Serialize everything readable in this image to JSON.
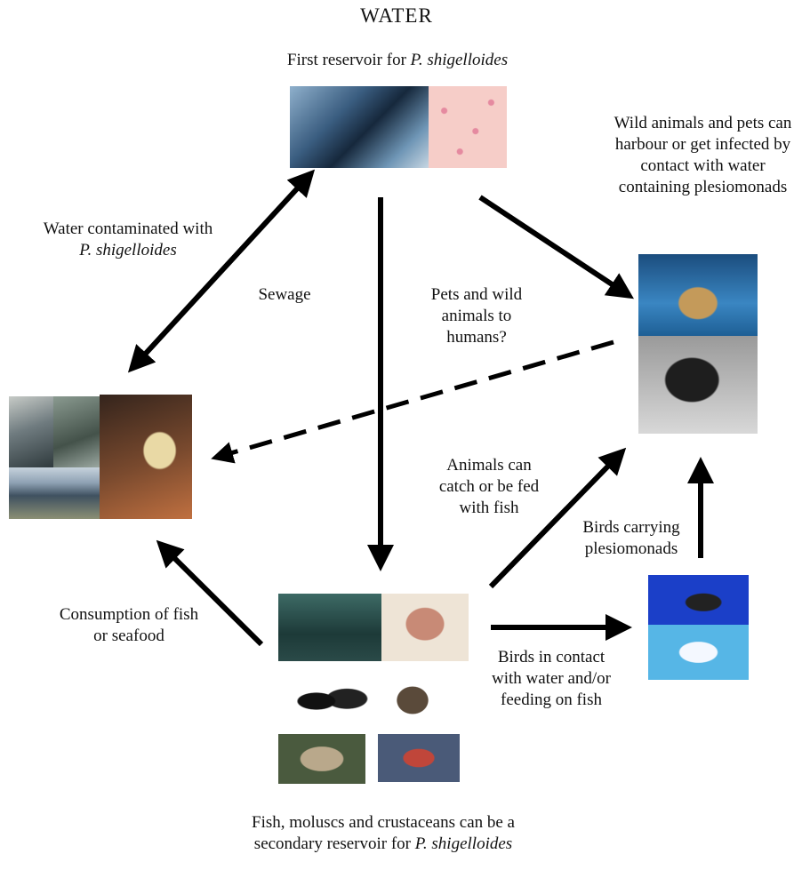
{
  "title": "WATER",
  "first_reservoir": {
    "text": "First reservoir for ",
    "species": "P. shigelloides"
  },
  "wild_animals": "Wild animals and pets can harbour or get infected by contact with water containing plesiomonads",
  "water_contaminated": {
    "text": "Water contaminated with",
    "species": "P. shigelloides"
  },
  "sewage": "Sewage",
  "pets_to_humans": "Pets and wild animals to humans?",
  "animals_fish": "Animals can catch or be fed with fish",
  "birds_carrying": "Birds carrying plesiomonads",
  "consumption": "Consumption of fish or seafood",
  "birds_contact": "Birds in contact with water and/or feeding on fish",
  "secondary_reservoir": {
    "text": "Fish, moluscs and crustaceans can be a secondary reservoir for ",
    "species": "P. shigelloides"
  },
  "colors": {
    "arrow": "#000000",
    "text": "#111111",
    "background": "#ffffff"
  },
  "icons": [
    "water-photo",
    "bacteria-photo",
    "turtle-photo",
    "cat-photo",
    "people-photo",
    "dinner-photo",
    "fish-photo",
    "trout-photo",
    "mussels-photo",
    "oyster-photo",
    "crab-photo",
    "duck-photo",
    "gull-photo"
  ]
}
